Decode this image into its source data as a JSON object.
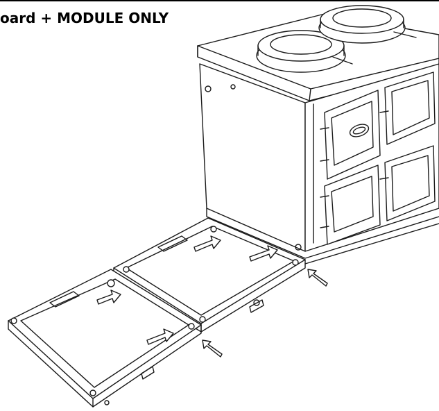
{
  "heading": "oard + MODULE ONLY",
  "colors": {
    "line": "#1a1a1a",
    "fill": "#ffffff",
    "shade": "#e6e6e6"
  },
  "callouts": {
    "count": 6,
    "shape": "arrow"
  },
  "icons": [
    "cooker-icon",
    "hotplate-lid-icon",
    "oven-door-icon",
    "badge-icon",
    "plinth-frame-icon",
    "fixing-bolt-icon",
    "arrow-icon"
  ]
}
